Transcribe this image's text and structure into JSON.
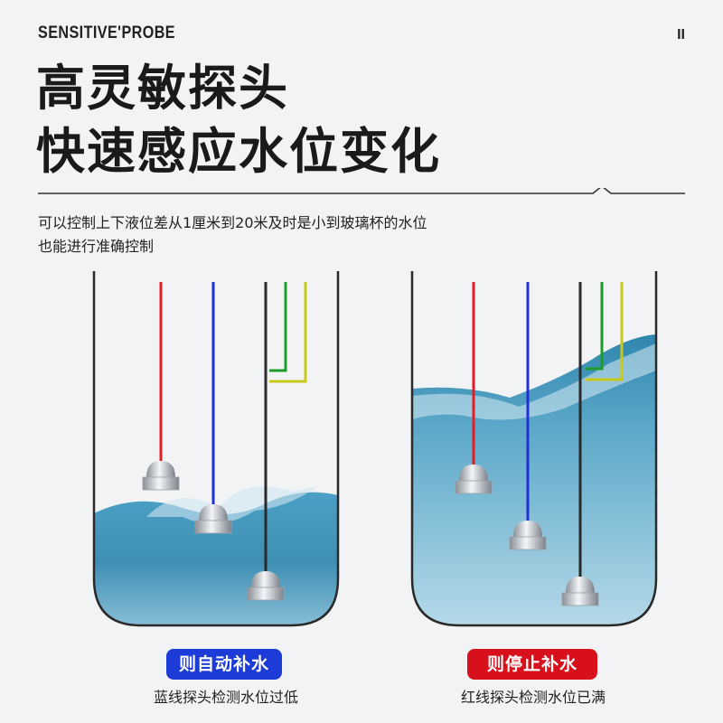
{
  "header": {
    "brand": "SENSITIVE'PROBE",
    "pause_icon": "pause-icon",
    "pause_glyph": "II"
  },
  "headline": {
    "line1": "高灵敏探头",
    "line2": "快速感应水位变化"
  },
  "description": {
    "line1": "可以控制上下液位差从1厘米到20米及时是小到玻璃杯的水位",
    "line2": "也能进行准确控制"
  },
  "panels": [
    {
      "badge": "则自动补水",
      "caption": "蓝线探头检测水位过低",
      "badge_color": "#1d3bd6",
      "water_level": "low"
    },
    {
      "badge": "则停止补水",
      "caption": "红线探头检测水位已满",
      "badge_color": "#d8101b",
      "water_level": "high"
    }
  ],
  "colors": {
    "red_wire": "#e21f26",
    "blue_wire": "#2230d6",
    "black_wire": "#2a2a2a",
    "green_wire": "#1e9c2a",
    "yellow_wire": "#c8c81a",
    "water": "#3a8fb5"
  }
}
